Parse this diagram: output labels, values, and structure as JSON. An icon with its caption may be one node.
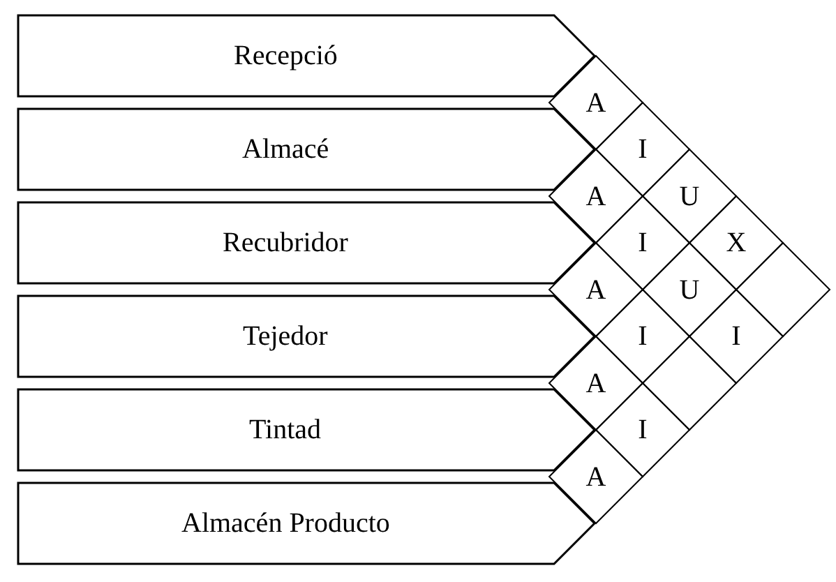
{
  "diagram": {
    "nodes": [
      {
        "text": [
          "Recepció"
        ]
      },
      {
        "text": [
          "Almacé"
        ]
      },
      {
        "text": [
          "Recubridor"
        ]
      },
      {
        "text": [
          "Tejedor"
        ]
      },
      {
        "text": [
          "Tintad"
        ]
      },
      {
        "text": [
          "Almacén Producto"
        ]
      }
    ],
    "labels": [
      "A",
      "I",
      "A",
      "U",
      "I",
      "X",
      "A",
      "U",
      "I",
      "I",
      "A",
      "I",
      "A"
    ]
  }
}
